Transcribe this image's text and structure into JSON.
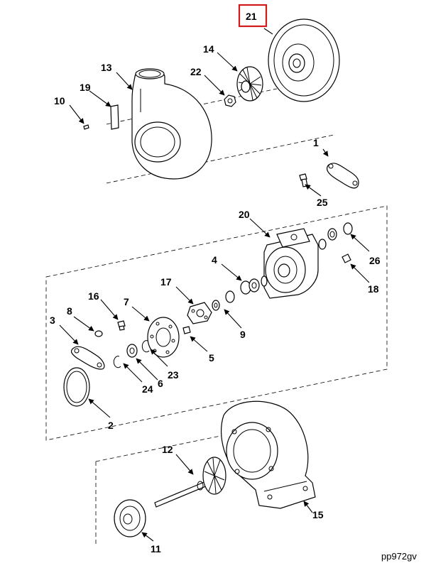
{
  "diagram": {
    "callouts": {
      "c1": "1",
      "c2": "2",
      "c3": "3",
      "c4": "4",
      "c5": "5",
      "c6": "6",
      "c7": "7",
      "c8": "8",
      "c9": "9",
      "c10": "10",
      "c11": "11",
      "c12": "12",
      "c13": "13",
      "c14": "14",
      "c15": "15",
      "c16": "16",
      "c17": "17",
      "c18": "18",
      "c19": "19",
      "c20": "20",
      "c21": "21",
      "c22": "22",
      "c23": "23",
      "c24": "24",
      "c25": "25",
      "c26": "26"
    },
    "highlighted_callout": "21",
    "figure_ref": "pp972gv",
    "highlight_color": "#d11a1a"
  }
}
